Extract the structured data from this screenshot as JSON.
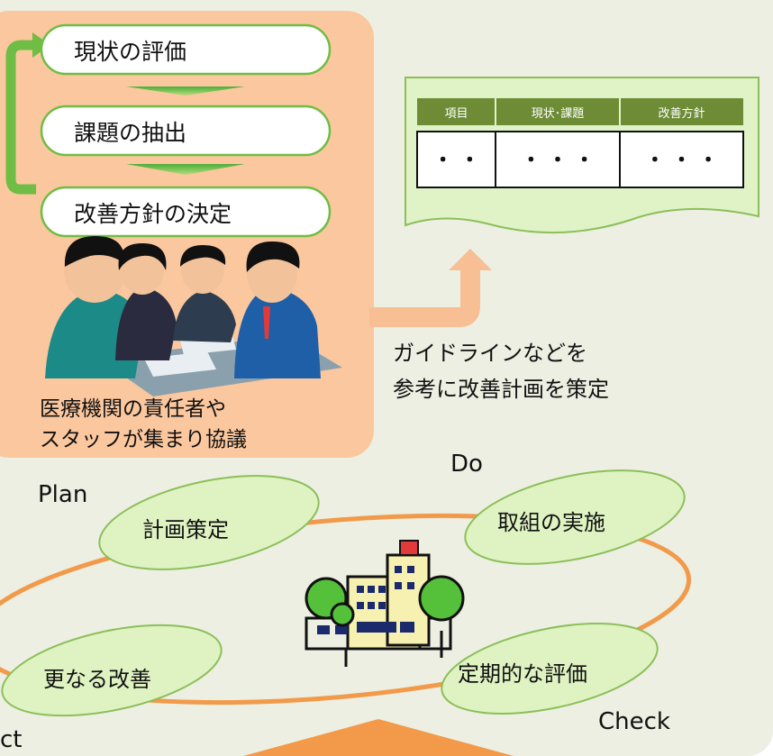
{
  "plan_panel": {
    "steps": [
      "現状の評価",
      "課題の抽出",
      "改善方針の決定"
    ],
    "meeting_caption": [
      "医療機関の責任者や",
      "スタッフが集まり協議"
    ]
  },
  "plan_doc": {
    "headers": [
      "項目",
      "現状･課題",
      "改善方針"
    ],
    "cells": [
      "・ ・",
      "・ ・ ・",
      "・ ・ ・"
    ]
  },
  "guideline_note": [
    "ガイドラインなどを",
    "参考に改善計画を策定"
  ],
  "cycle": {
    "labels": {
      "plan": "Plan",
      "do": "Do",
      "check": "Check",
      "act": "ct"
    },
    "stages": {
      "plan": "計画策定",
      "do": "取組の実施",
      "check": "定期的な評価",
      "act": "更なる改善"
    }
  },
  "colors": {
    "panel": "#fbc79e",
    "background": "#ecefe2",
    "arrow_green": "#6fbd44",
    "cycle_orange": "#f29a4a",
    "bubble": "#dff3c2",
    "table_header": "#6d8c35",
    "doc_green": "#e0f3c6"
  }
}
